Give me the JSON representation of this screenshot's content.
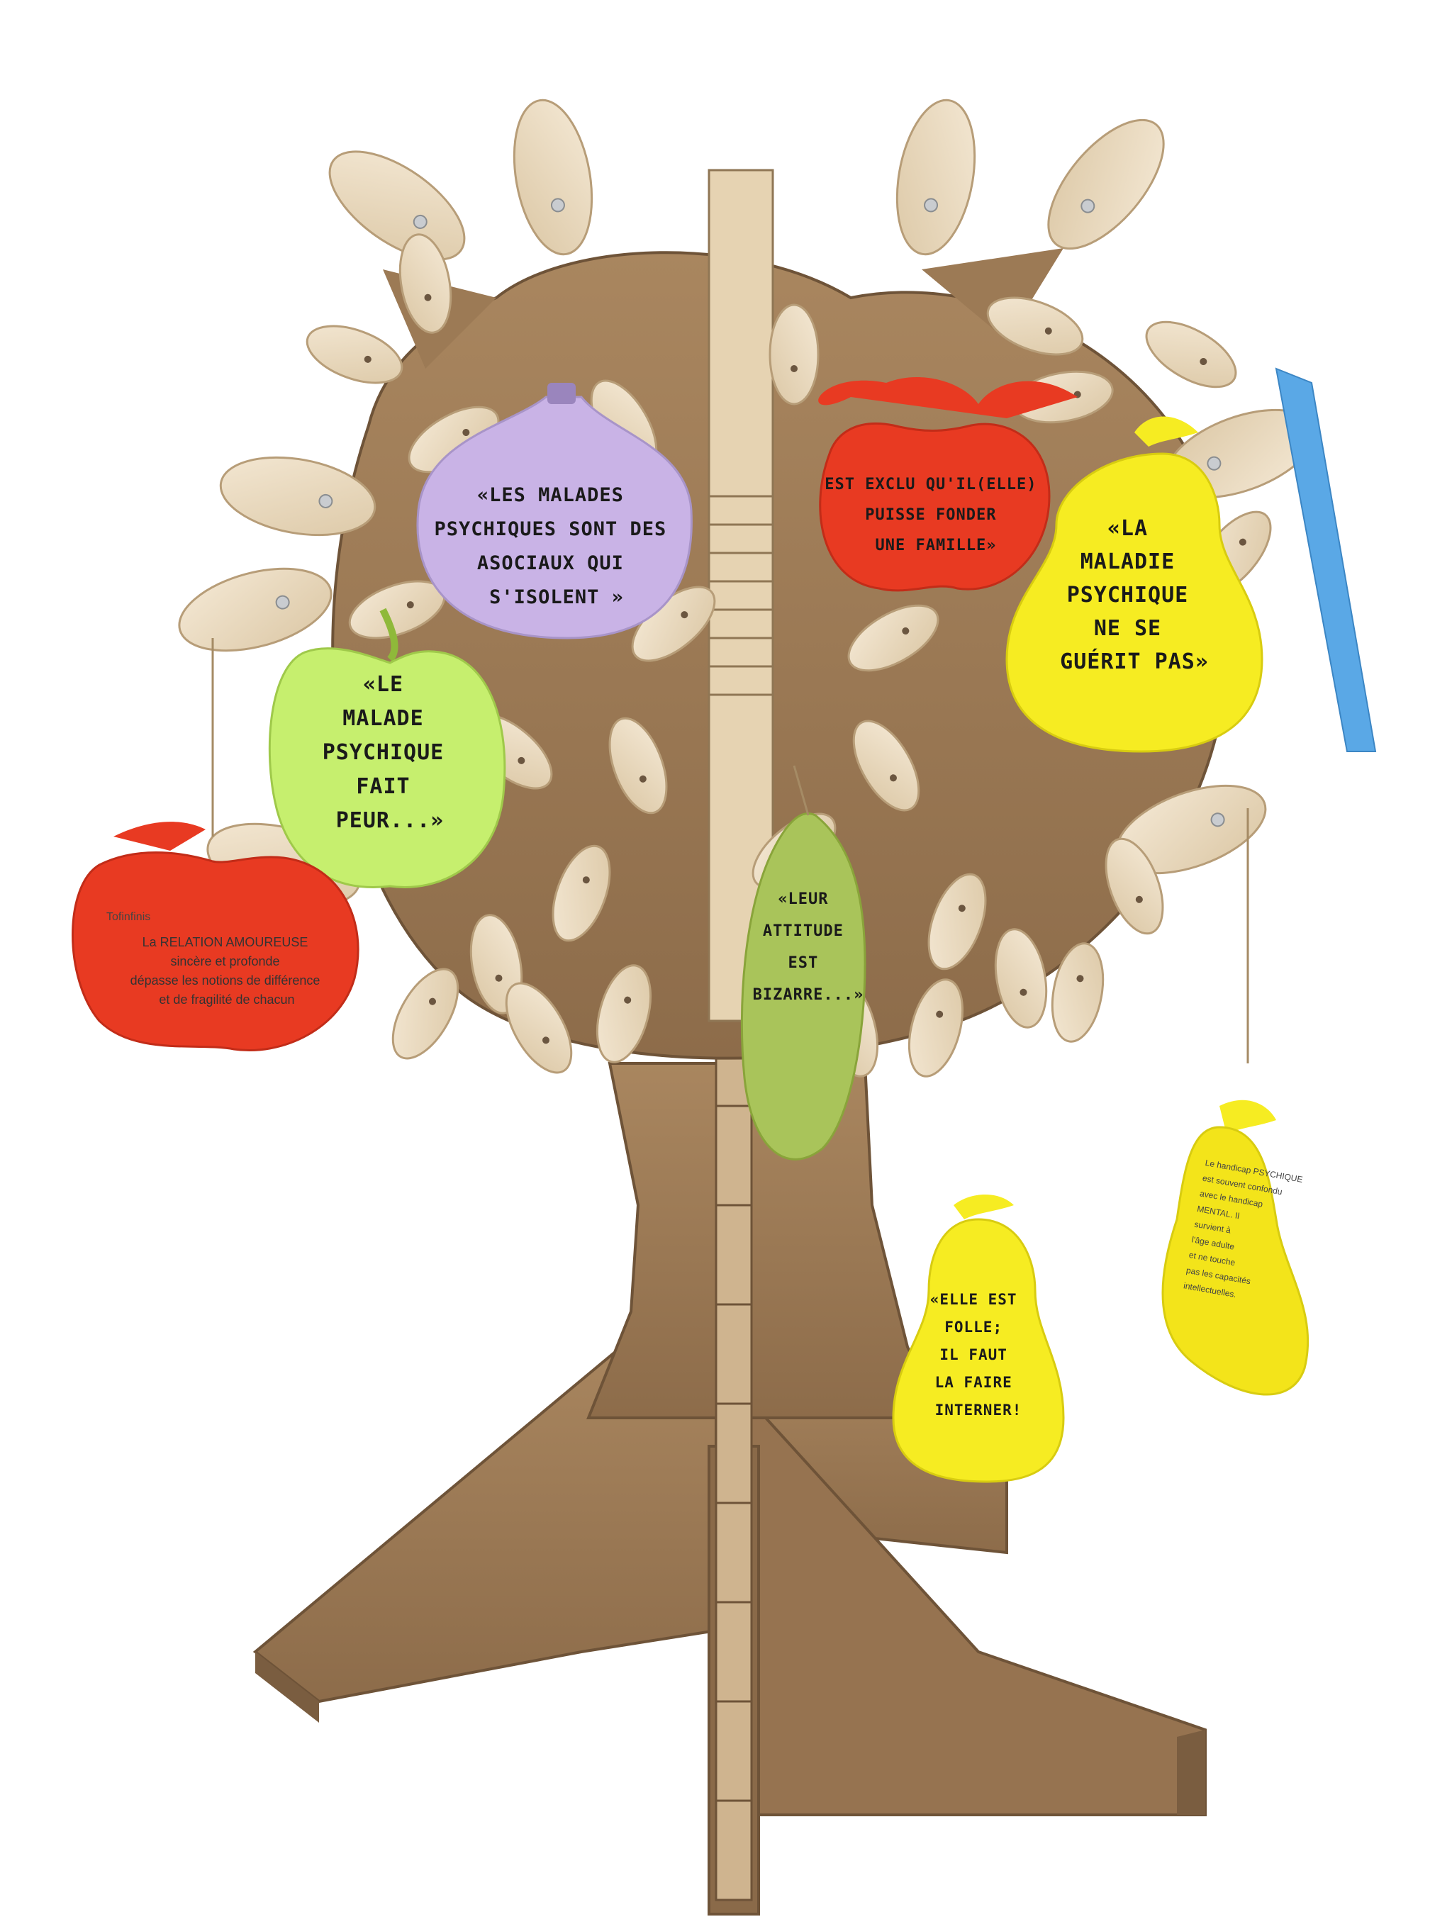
{
  "colors": {
    "cardboard": "#9c7a55",
    "cardboard_dark": "#7f6143",
    "wood_leaf": "#ecdcc2",
    "fig": "#c9b3e6",
    "green_apple": "#c6ef6e",
    "red": "#e83a22",
    "yellow": "#f6ec22",
    "olive": "#a9c45a"
  },
  "fruits": {
    "fig_purple": {
      "lines": [
        "«LES MALADES",
        "PSYCHIQUES SONT DES",
        "ASOCIAUX QUI",
        "S'ISOLENT »"
      ]
    },
    "apple_red_top": {
      "lines": [
        "EST EXCLU QU'IL(ELLE)",
        "PUISSE FONDER",
        "UNE FAMILLE»"
      ]
    },
    "pear_yellow_right": {
      "lines": [
        "«LA",
        "MALADIE",
        "PSYCHIQUE",
        "NE SE",
        "GUÉRIT PAS»"
      ]
    },
    "apple_green": {
      "lines": [
        "«LE",
        "MALADE",
        "PSYCHIQUE",
        "FAIT",
        "PEUR...»"
      ]
    },
    "apple_red_left": {
      "heading": "Tofinfinis",
      "lines": [
        "La RELATION AMOUREUSE",
        "sincère et profonde",
        "dépasse les notions de différence",
        "et de fragilité de chacun"
      ]
    },
    "fig_olive": {
      "lines": [
        "«LEUR",
        "ATTITUDE",
        "EST",
        "BIZARRE...»"
      ]
    },
    "pear_yellow_hanging": {
      "lines": [
        "«ELLE EST",
        "FOLLE;",
        "IL FAUT",
        "LA FAIRE",
        "INTERNER!"
      ]
    },
    "pear_yellow_far_right": {
      "lines": [
        "Le handicap PSYCHIQUE",
        "est souvent confondu",
        "avec le handicap",
        "MENTAL. Il",
        "survient à",
        "l'âge adulte",
        "et ne touche",
        "pas les capacités",
        "intellectuelles."
      ]
    }
  }
}
